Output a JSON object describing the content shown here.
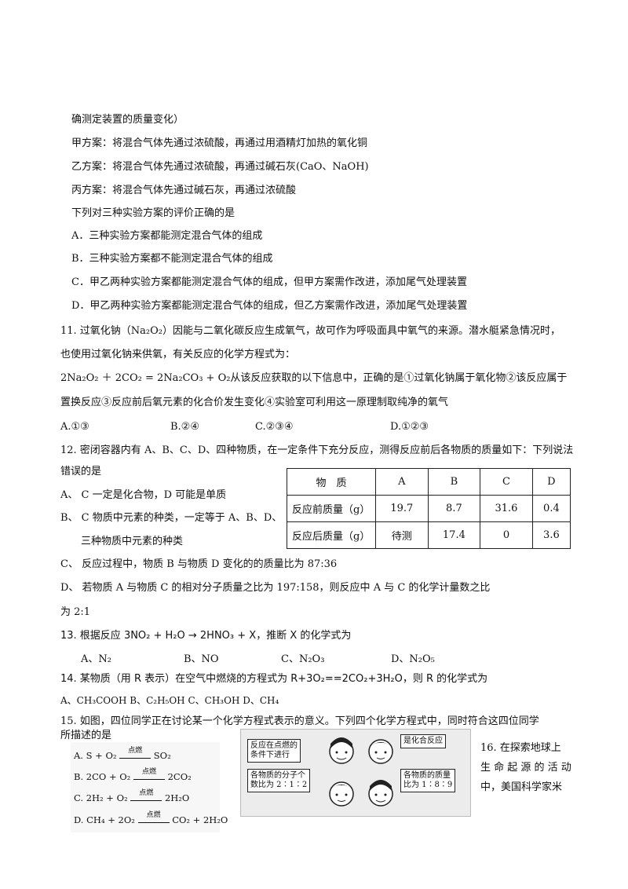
{
  "lines": {
    "l1": "确测定装置的质量变化）",
    "l2": "甲方案：将混合气体先通过浓硫酸，再通过用酒精灯加热的氧化铜",
    "l3": "乙方案：将混合气体先通过浓硫酸，再通过碱石灰(CaO、NaOH)",
    "l4": "丙方案：将混合气体先通过碱石灰，再通过浓硫酸",
    "l5": "下列对三种实验方案的评价正确的是",
    "l6": "A．三种实验方案都能测定混合气体的组成",
    "l7": "B．三种实验方案都不能测定混合气体的组成",
    "l8": "C．甲乙两种实验方案都能测定混合气体的组成，但甲方案需作改进，添加尾气处理装置",
    "l9": "D．甲乙两种实验方案都能测定混合气体的组成，但乙方案需作改进，添加尾气处理装置",
    "q11a": "11.  过氧化钠（Na₂O₂）因能与二氧化碳反应生成氧气，故可作为呼吸面具中氧气的来源。潜水艇紧急情况时，",
    "q11b": "也使用过氧化钠来供氧，有关反应的化学方程式为：",
    "q11c": "2Na₂O₂ ＋  2CO₂ = 2Na₂CO₃ + O₂从该反应获取的以下信息中，正确的是①过氧化钠属于氧化物②该反应属于",
    "q11d": "置换反应③反应前后氧元素的化合价发生变化④实验室可利用这一原理制取纯净的氧气",
    "q11opts": [
      "A.①③",
      "B.②④",
      "C.②③④",
      "D.①②③"
    ],
    "q12a": "12. 密闭容器内有 A、B、C、D、四种物质，在一定条件下充分反应，测得反应前后各物质的质量如下：下列说法",
    "q12b": "错误的是",
    "q12A": "A、 C 一定是化合物，D 可能是单质",
    "q12B": "B、 C 物质中元素的种类，一定等于 A、B、D、",
    "q12B2": "三种物质中元素的种类",
    "q12C": "C、 反应过程中，物质 B 与物质 D 变化的的质量比为 87:36",
    "q12D": "D、 若物质 A 与物质 C 的相对分子质量之比为 197:158，则反应中 A 与 C 的化学计量数之比",
    "q12D2": "为 2:1",
    "q13": "13. 根据反应 3NO₂ + H₂O → 2HNO₃ + X，推断 X 的化学式为",
    "q13opts": [
      "A、N₂",
      "B、NO",
      "C、N₂O₃",
      "D、N₂O₅"
    ],
    "q14": "14. 某物质（用 R 表示）在空气中燃烧的方程式为 R+3O₂==2CO₂+3H₂O，则 R 的化学式为",
    "q14opts": "A、CH₃COOH    B、C₂H₅OH    C、CH₃OH    D、CH₄",
    "q15a": "15. 如图，四位同学正在讨论某一个化学方程式表示的意义。下列四个化学方程式中，同时符合这四位同学",
    "q15b": "所描述的是",
    "q16a": "16. 在探索地球上",
    "q16b": "生 命 起 源 的 活 动",
    "q16c": "中，美国科学家米"
  },
  "table": {
    "header": [
      "物　质",
      "A",
      "B",
      "C",
      "D"
    ],
    "rows": [
      [
        "反应前质量（g）",
        "19.7",
        "8.7",
        "31.6",
        "0.4"
      ],
      [
        "反应后质量（g）",
        "待测",
        "17.4",
        "0",
        "3.6"
      ]
    ]
  },
  "equations": {
    "condition": "点燃",
    "items": [
      {
        "left": "A. S + O₂",
        "right": "SO₂"
      },
      {
        "left": "B. 2CO + O₂",
        "right": "2CO₂"
      },
      {
        "left": "C. 2H₂ + O₂",
        "right": "2H₂O"
      },
      {
        "left": "D. CH₄ + 2O₂",
        "right": "CO₂ + 2H₂O"
      }
    ]
  },
  "cartoon": {
    "b1a": "反应在点燃的",
    "b1b": "条件下进行",
    "b2": "是化合反应",
    "b3a": "各物质的分子个",
    "b3b": "数比为 2∶1∶2",
    "b4a": "各物质的质量",
    "b4b": "比为 1∶8∶9"
  }
}
